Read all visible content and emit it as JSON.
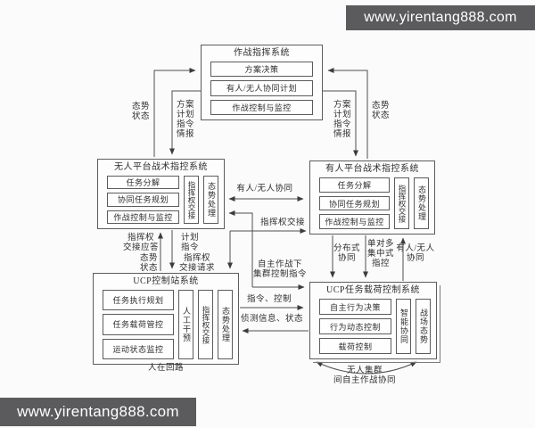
{
  "watermarks": {
    "top_right": "www.yirentang888.com",
    "bottom_left": "www.yirentang888.com"
  },
  "colors": {
    "watermark_bg": "#5b5b5d",
    "line": "#4f4f4f",
    "background": "#fbfbfb"
  },
  "boxes": {
    "command": {
      "title": "作战指挥系统",
      "items": [
        "方案决策",
        "有人/无人协同计划",
        "作战控制与监控"
      ]
    },
    "unmanned_tactical": {
      "title": "无人平台战术指控系统",
      "items": [
        "任务分解",
        "协同任务规划",
        "作战控制与监控"
      ],
      "columns": [
        "指挥权交接",
        "态势处理"
      ]
    },
    "manned_tactical": {
      "title": "有人平台战术指控系统",
      "items": [
        "任务分解",
        "协同任务规划",
        "作战控制与监控"
      ],
      "columns": [
        "指挥权交接",
        "态势处理"
      ]
    },
    "ucp_station": {
      "title": "UCP控制站系统",
      "items": [
        "任务执行规划",
        "任务载荷管控",
        "运动状态监控"
      ],
      "columns": [
        "人工干预",
        "指挥权交接",
        "态势处理"
      ],
      "footnote": "人在回路"
    },
    "ucp_payload": {
      "title": "UCP任务载荷控制系统",
      "items": [
        "自主行为决策",
        "行为动态控制",
        "载荷控制"
      ],
      "columns": [
        "智能协同",
        "战场态势"
      ],
      "footnote": "无人集群\n间自主作战协同"
    }
  },
  "flows": {
    "left_up": "态势\n状态",
    "left_down": "方案\n计划\n指令\n情报",
    "right_down": "方案\n计划\n指令\n情报",
    "right_up": "态势\n状态",
    "coop_mid": "有人/无人协同",
    "handover_mid": "指挥权交接",
    "auto_swarm": "自主作战下\n集群控制指令",
    "cmd_ctrl": "指令、控制",
    "detect_info": "侦测信息、状态",
    "handover_reply": "指挥权\n交接应答",
    "state_feedback": "态势\n状态",
    "plan_cmd": "计划\n指令",
    "handover_req": "指挥权\n交接请求",
    "distributed": "分布式\n协同",
    "one_to_many": "单对多\n集中式\n指控",
    "manned_unmanned": "有人/无人\n协同"
  }
}
